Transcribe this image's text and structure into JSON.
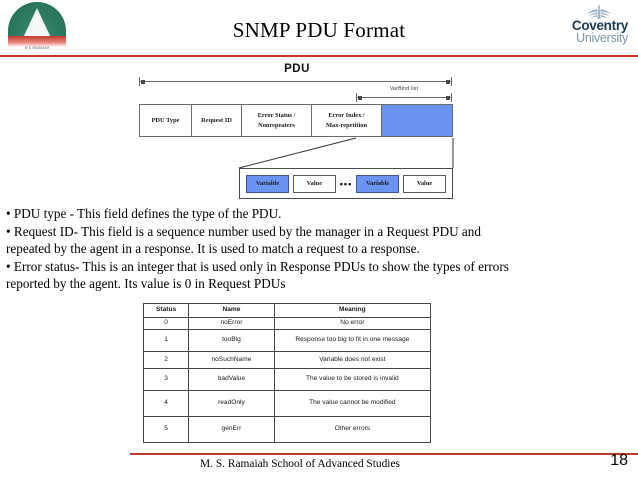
{
  "slide": {
    "title": "SNMP PDU Format",
    "accent_color": "#c0392b",
    "varbind_fill_color": "#6b94f0"
  },
  "logos": {
    "left": {
      "name": "msrsas-logo",
      "caption": "M S RAMAIAH"
    },
    "right": {
      "name": "coventry-university-logo",
      "line1": "Coventry",
      "line2": "University"
    }
  },
  "diagram": {
    "top_label": "PDU",
    "varbind_span_label": "VarBind list",
    "fields": [
      {
        "label": "PDU Type",
        "line2": ""
      },
      {
        "label": "Request ID",
        "line2": ""
      },
      {
        "label": "Error Status /",
        "line2": "Nonrepeaters"
      },
      {
        "label": "Error Index /",
        "line2": "Max-repetition"
      },
      {
        "label": "",
        "line2": ""
      }
    ],
    "varbind_items": [
      {
        "label": "Variable",
        "kind": "variable"
      },
      {
        "label": "Value",
        "kind": "value"
      },
      {
        "label": "•••",
        "kind": "ellipsis"
      },
      {
        "label": "Variable",
        "kind": "variable"
      },
      {
        "label": "Value",
        "kind": "value"
      }
    ]
  },
  "body": {
    "lines": [
      "• PDU type - This field defines the type of the PDU.",
      "• Request ID- This field is a sequence number used by the manager in a Request PDU and",
      "repeated by the agent in a response. It is used to match a request to a response.",
      "• Error status- This is an integer that is used only in Response PDUs to show the types of errors",
      "reported by the agent. Its value is 0 in Request PDUs"
    ]
  },
  "table": {
    "headers": [
      "Status",
      "Name",
      "Meaning"
    ],
    "rows": [
      {
        "status": "0",
        "name": "noError",
        "meaning": "No error"
      },
      {
        "status": "1",
        "name": "tooBig",
        "meaning": "Response too big to fit in one message"
      },
      {
        "status": "2",
        "name": "noSuchName",
        "meaning": "Variable does not exist"
      },
      {
        "status": "3",
        "name": "badValue",
        "meaning": "The value to be stored is invalid"
      },
      {
        "status": "4",
        "name": "readOnly",
        "meaning": "The value cannot be modified"
      },
      {
        "status": "5",
        "name": "genErr",
        "meaning": "Other errors"
      }
    ]
  },
  "footer": {
    "text": "M. S. Ramaiah School of Advanced Studies",
    "page_number": "18"
  }
}
